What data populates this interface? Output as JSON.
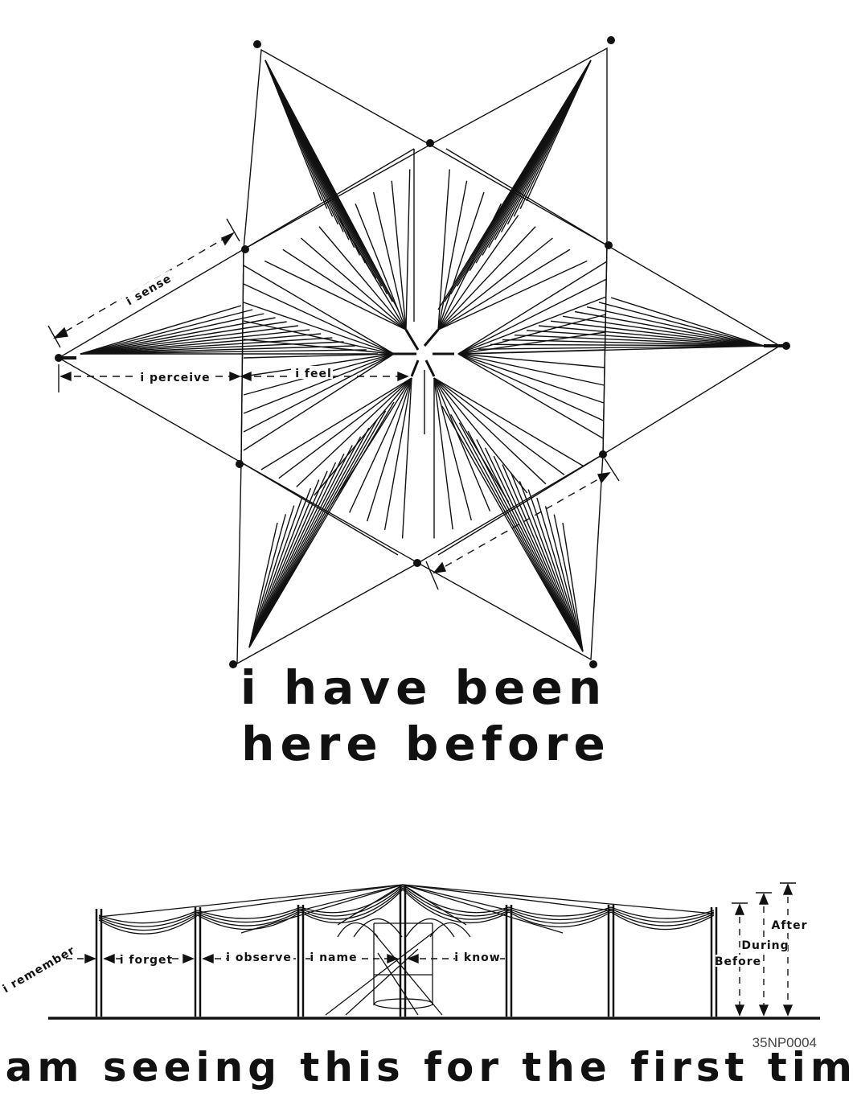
{
  "top_labels": {
    "sense": "i sense",
    "perceive": "i perceive",
    "feel": "i feel"
  },
  "title_line1": "i have been",
  "title_line2": "here before",
  "elevation_labels": {
    "remember": "i remember",
    "forget": "i forget",
    "observe": "i observe",
    "name": "i name",
    "know": "i know",
    "before": "Before",
    "during": "During",
    "after": "After"
  },
  "code": "35NP0004",
  "bottom_title": "i am seeing this for the first time"
}
